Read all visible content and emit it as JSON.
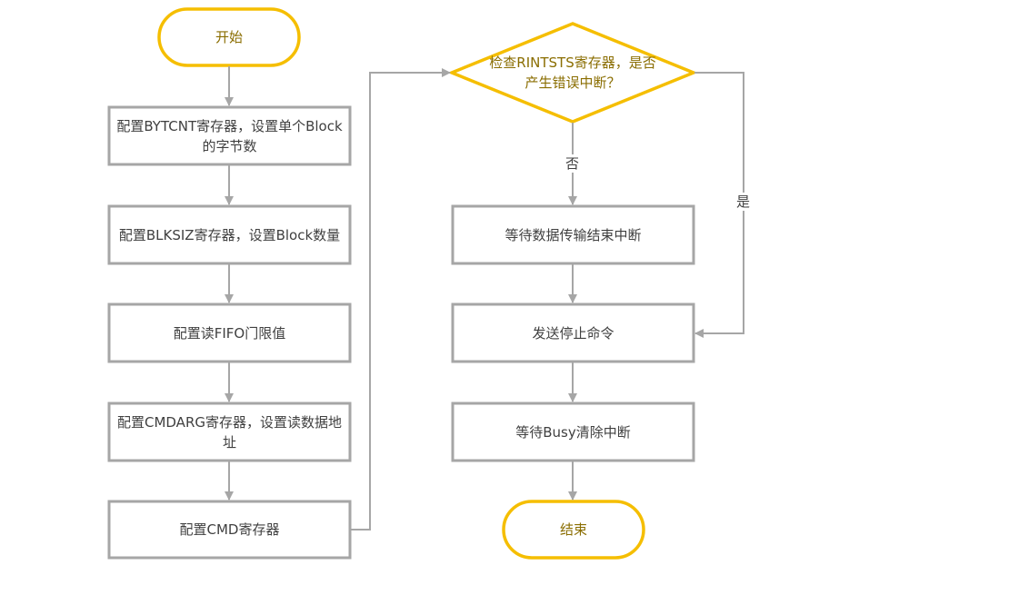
{
  "nodes": {
    "start": "开始",
    "set_bytcnt": "配置BYTCNT寄存器，设置单个Block的字节数",
    "set_blksiz": "配置BLKSIZ寄存器，设置Block数量",
    "set_fifo": "配置读FIFO门限值",
    "set_cmdarg": "配置CMDARG寄存器，设置读数据地址",
    "set_cmd": "配置CMD寄存器",
    "check_rintsts": "检查RINTSTS寄存器，是否产生错误中断？",
    "wait_transfer": "等待数据传输结束中断",
    "send_stop": "发送停止命令",
    "wait_busy": "等待Busy清除中断",
    "end": "结束"
  },
  "edge_labels": {
    "no": "否",
    "yes": "是"
  },
  "colors": {
    "terminal_stroke": "#F5BE00",
    "terminal_text": "#8A6D00",
    "box_stroke": "#A6A6A6",
    "arrow": "#A6A6A6"
  }
}
